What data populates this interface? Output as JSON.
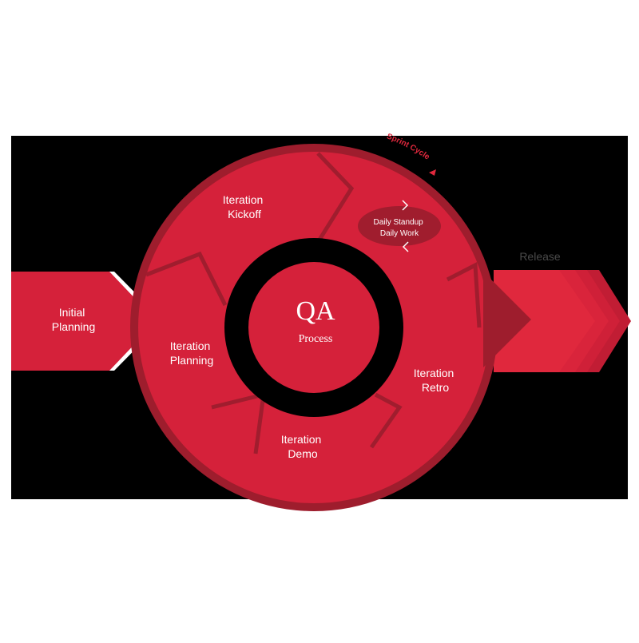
{
  "stages": {
    "initial_planning": [
      "Initial",
      "Planning"
    ],
    "iteration_kickoff": [
      "Iteration",
      "Kickoff"
    ],
    "iteration_planning": [
      "Iteration",
      "Planning"
    ],
    "iteration_demo": [
      "Iteration",
      "Demo"
    ],
    "iteration_retro": [
      "Iteration",
      "Retro"
    ]
  },
  "daily": [
    "Daily Standup",
    "Daily Work"
  ],
  "sprint_cycle": "Sprint Cycle",
  "release": "Release",
  "center": {
    "logo": "QA",
    "label": "Process"
  },
  "colors": {
    "background_panel": "#000000",
    "primary_red": "#d5213a",
    "dark_red": "#9e1d2d",
    "arrow_red": "#e0283d"
  }
}
